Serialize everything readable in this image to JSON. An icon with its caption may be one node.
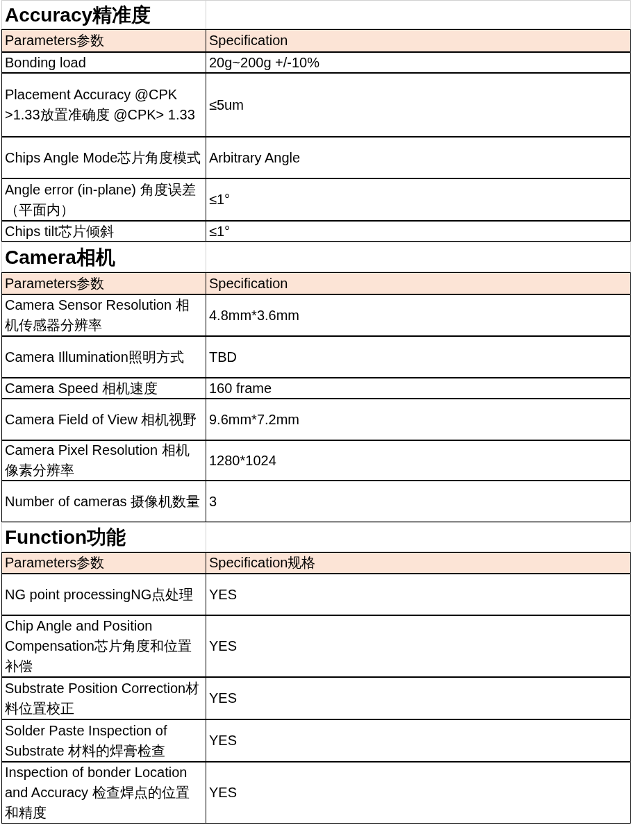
{
  "diagram": {
    "labels": [
      "Accuracy精准度",
      "Parameters参数",
      "Specification",
      "Bonding load",
      "20g~200g +/-10%",
      "Placement Accuracy @CPK >1.33放置准确度 @CPK> 1.33",
      "≤5um",
      "Chips Angle Mode芯片角度模式",
      "Arbitrary Angle",
      "Angle error (in-plane) 角度误差（平面内）",
      "≤1°",
      "Chips tilt芯片倾斜",
      "≤1°",
      "Camera相机",
      "Parameters参数",
      "Specification",
      "Camera Sensor Resolution 相机传感器分辨率",
      "4.8mm*3.6mm",
      "Camera Illumination照明方式",
      "TBD",
      "Camera Speed 相机速度",
      "160 frame",
      "Camera Field of View 相机视野",
      "9.6mm*7.2mm",
      "Camera Pixel Resolution 相机像素分辨率",
      "1280*1024",
      "Number of cameras 摄像机数量",
      "3",
      "Function功能",
      "Parameters参数",
      "Specification规格",
      "NG point processingNG点处理",
      "YES",
      "Chip Angle and Position Compensation芯片角度和位置补偿",
      "YES",
      "Substrate Position Correction材料位置校正",
      "YES",
      "Solder Paste Inspection of Substrate 材料的焊膏检查",
      "YES",
      "Inspection of bonder Location and Accuracy 检查焊点的位置和精度",
      "YES"
    ]
  }
}
